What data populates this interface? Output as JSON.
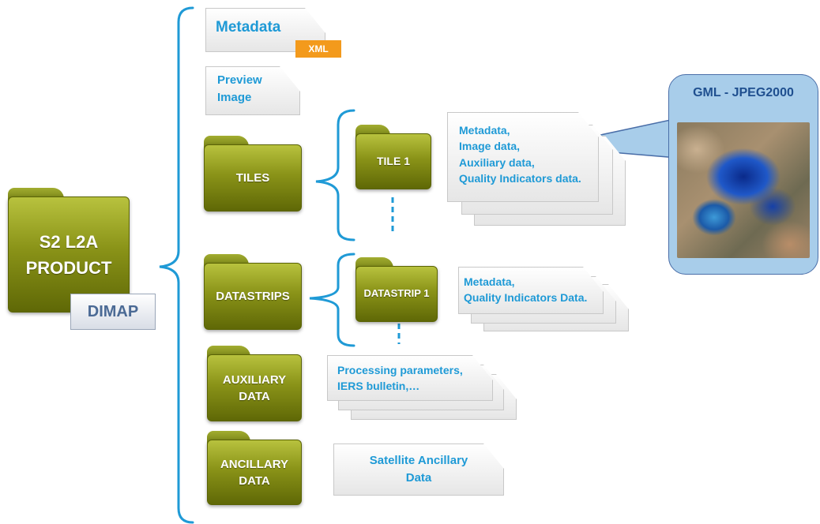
{
  "root": {
    "label": "S2 L2A\nPRODUCT",
    "format_badge": "DIMAP"
  },
  "metadata_doc": {
    "label": "Metadata",
    "badge": "XML"
  },
  "preview_doc": {
    "label": "Preview\nImage"
  },
  "folders": {
    "tiles": "TILES",
    "datastrips": "DATASTRIPS",
    "auxiliary": "AUXILIARY\nDATA",
    "ancillary": "ANCILLARY\nDATA",
    "tile1": "TILE 1",
    "datastrip1": "DATASTRIP 1"
  },
  "docs": {
    "tile_contents": "Metadata,\nImage data,\nAuxiliary data,\nQuality Indicators data.",
    "datastrip_contents": "Metadata,\nQuality Indicators Data.",
    "auxiliary_contents": "Processing parameters,\nIERS bulletin,…",
    "ancillary_contents": "Satellite Ancillary\nData"
  },
  "callout": {
    "title": "GML - JPEG2000"
  },
  "colors": {
    "folder_green": "#8a9318",
    "brace_blue": "#1f9ad6",
    "doc_text": "#1f9ad6",
    "xml_orange": "#f39a1c",
    "callout_fill": "#a8cdea"
  }
}
